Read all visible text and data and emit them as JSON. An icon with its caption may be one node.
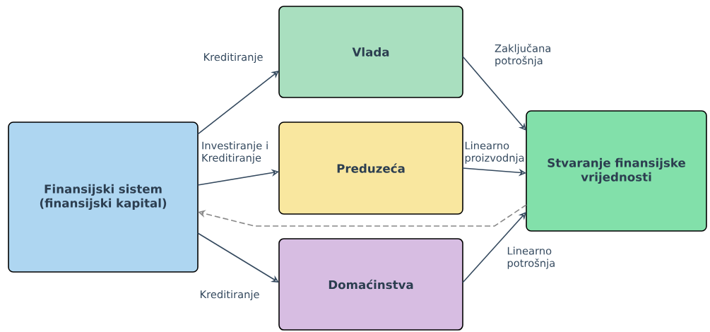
{
  "diagram": {
    "nodes": [
      {
        "text": [
          "Finansijski sistem (finansijski kapital)"
        ]
      },
      {
        "text": [
          "Vlada"
        ]
      },
      {
        "text": [
          "Preduzeća"
        ]
      },
      {
        "text": [
          "Domaćinstva"
        ]
      },
      {
        "text": [
          "Stvaranje finansijske vrijednosti"
        ]
      }
    ],
    "edges": [
      {
        "from": 0,
        "to": 1,
        "arrow": "to",
        "label": "Kreditiranje"
      },
      {
        "from": 0,
        "to": 2,
        "arrow": "to",
        "label": "Investiranje i Kreditiranje"
      },
      {
        "from": 0,
        "to": 3,
        "arrow": "to",
        "label": "Kreditiranje"
      },
      {
        "from": 1,
        "to": 4,
        "arrow": "to",
        "label": "Zaključana potrošnja"
      },
      {
        "from": 2,
        "to": 4,
        "arrow": "to",
        "label": "Linearno proizvodnja"
      },
      {
        "from": 3,
        "to": 4,
        "arrow": "to",
        "label": "Linearno potrošnja"
      },
      {
        "from": 4,
        "to": 0,
        "arrow": "to",
        "style": "dashed",
        "color": "#888888"
      }
    ]
  }
}
